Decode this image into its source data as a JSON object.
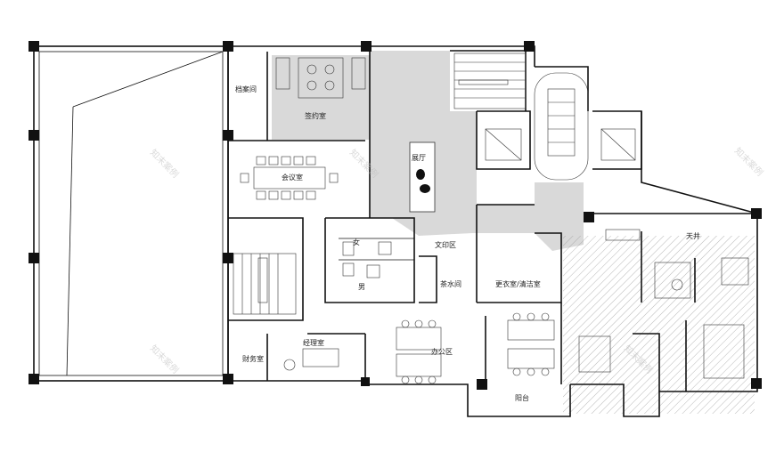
{
  "plan": {
    "rooms": {
      "dangan": "档案间",
      "qianyue": "签约室",
      "huiyi": "会议室",
      "zhanting": "展厅",
      "nv": "女",
      "nan": "男",
      "wenyin": "文印区",
      "chashui": "茶水间",
      "gengyi": "更衣室/清洁室",
      "jingli": "经理室",
      "bangong": "办公区",
      "caiwu": "财务室",
      "tianjing": "天井",
      "yangtai": "阳台"
    },
    "watermarks": [
      "知末案例",
      "知末案例",
      "知末案例",
      "知末案例",
      "知末案例"
    ]
  }
}
